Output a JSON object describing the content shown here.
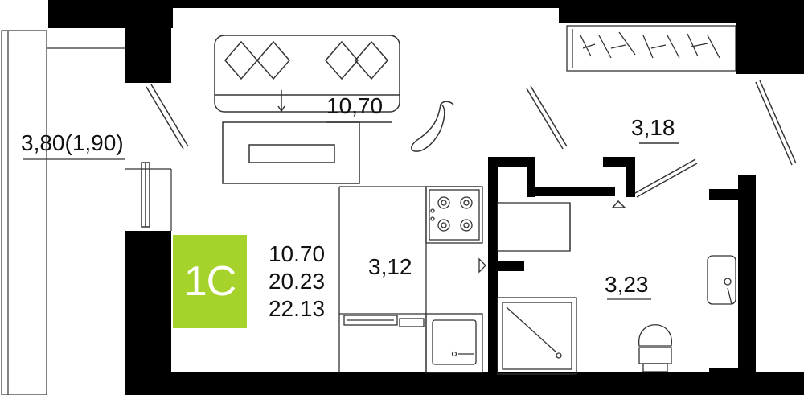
{
  "apartment": {
    "type_label": "1C",
    "badge_color": "#a5d32c",
    "living_area": "10.70",
    "total_area": "20.23",
    "total_with_balcony": "22.13"
  },
  "rooms": {
    "living": "10,70",
    "balcony": "3,80(1,90)",
    "hall": "3,18",
    "kitchen": "3,12",
    "bathroom": "3,23"
  },
  "colors": {
    "wall": "#000000",
    "line": "#333333",
    "accent": "#a5d32c"
  }
}
